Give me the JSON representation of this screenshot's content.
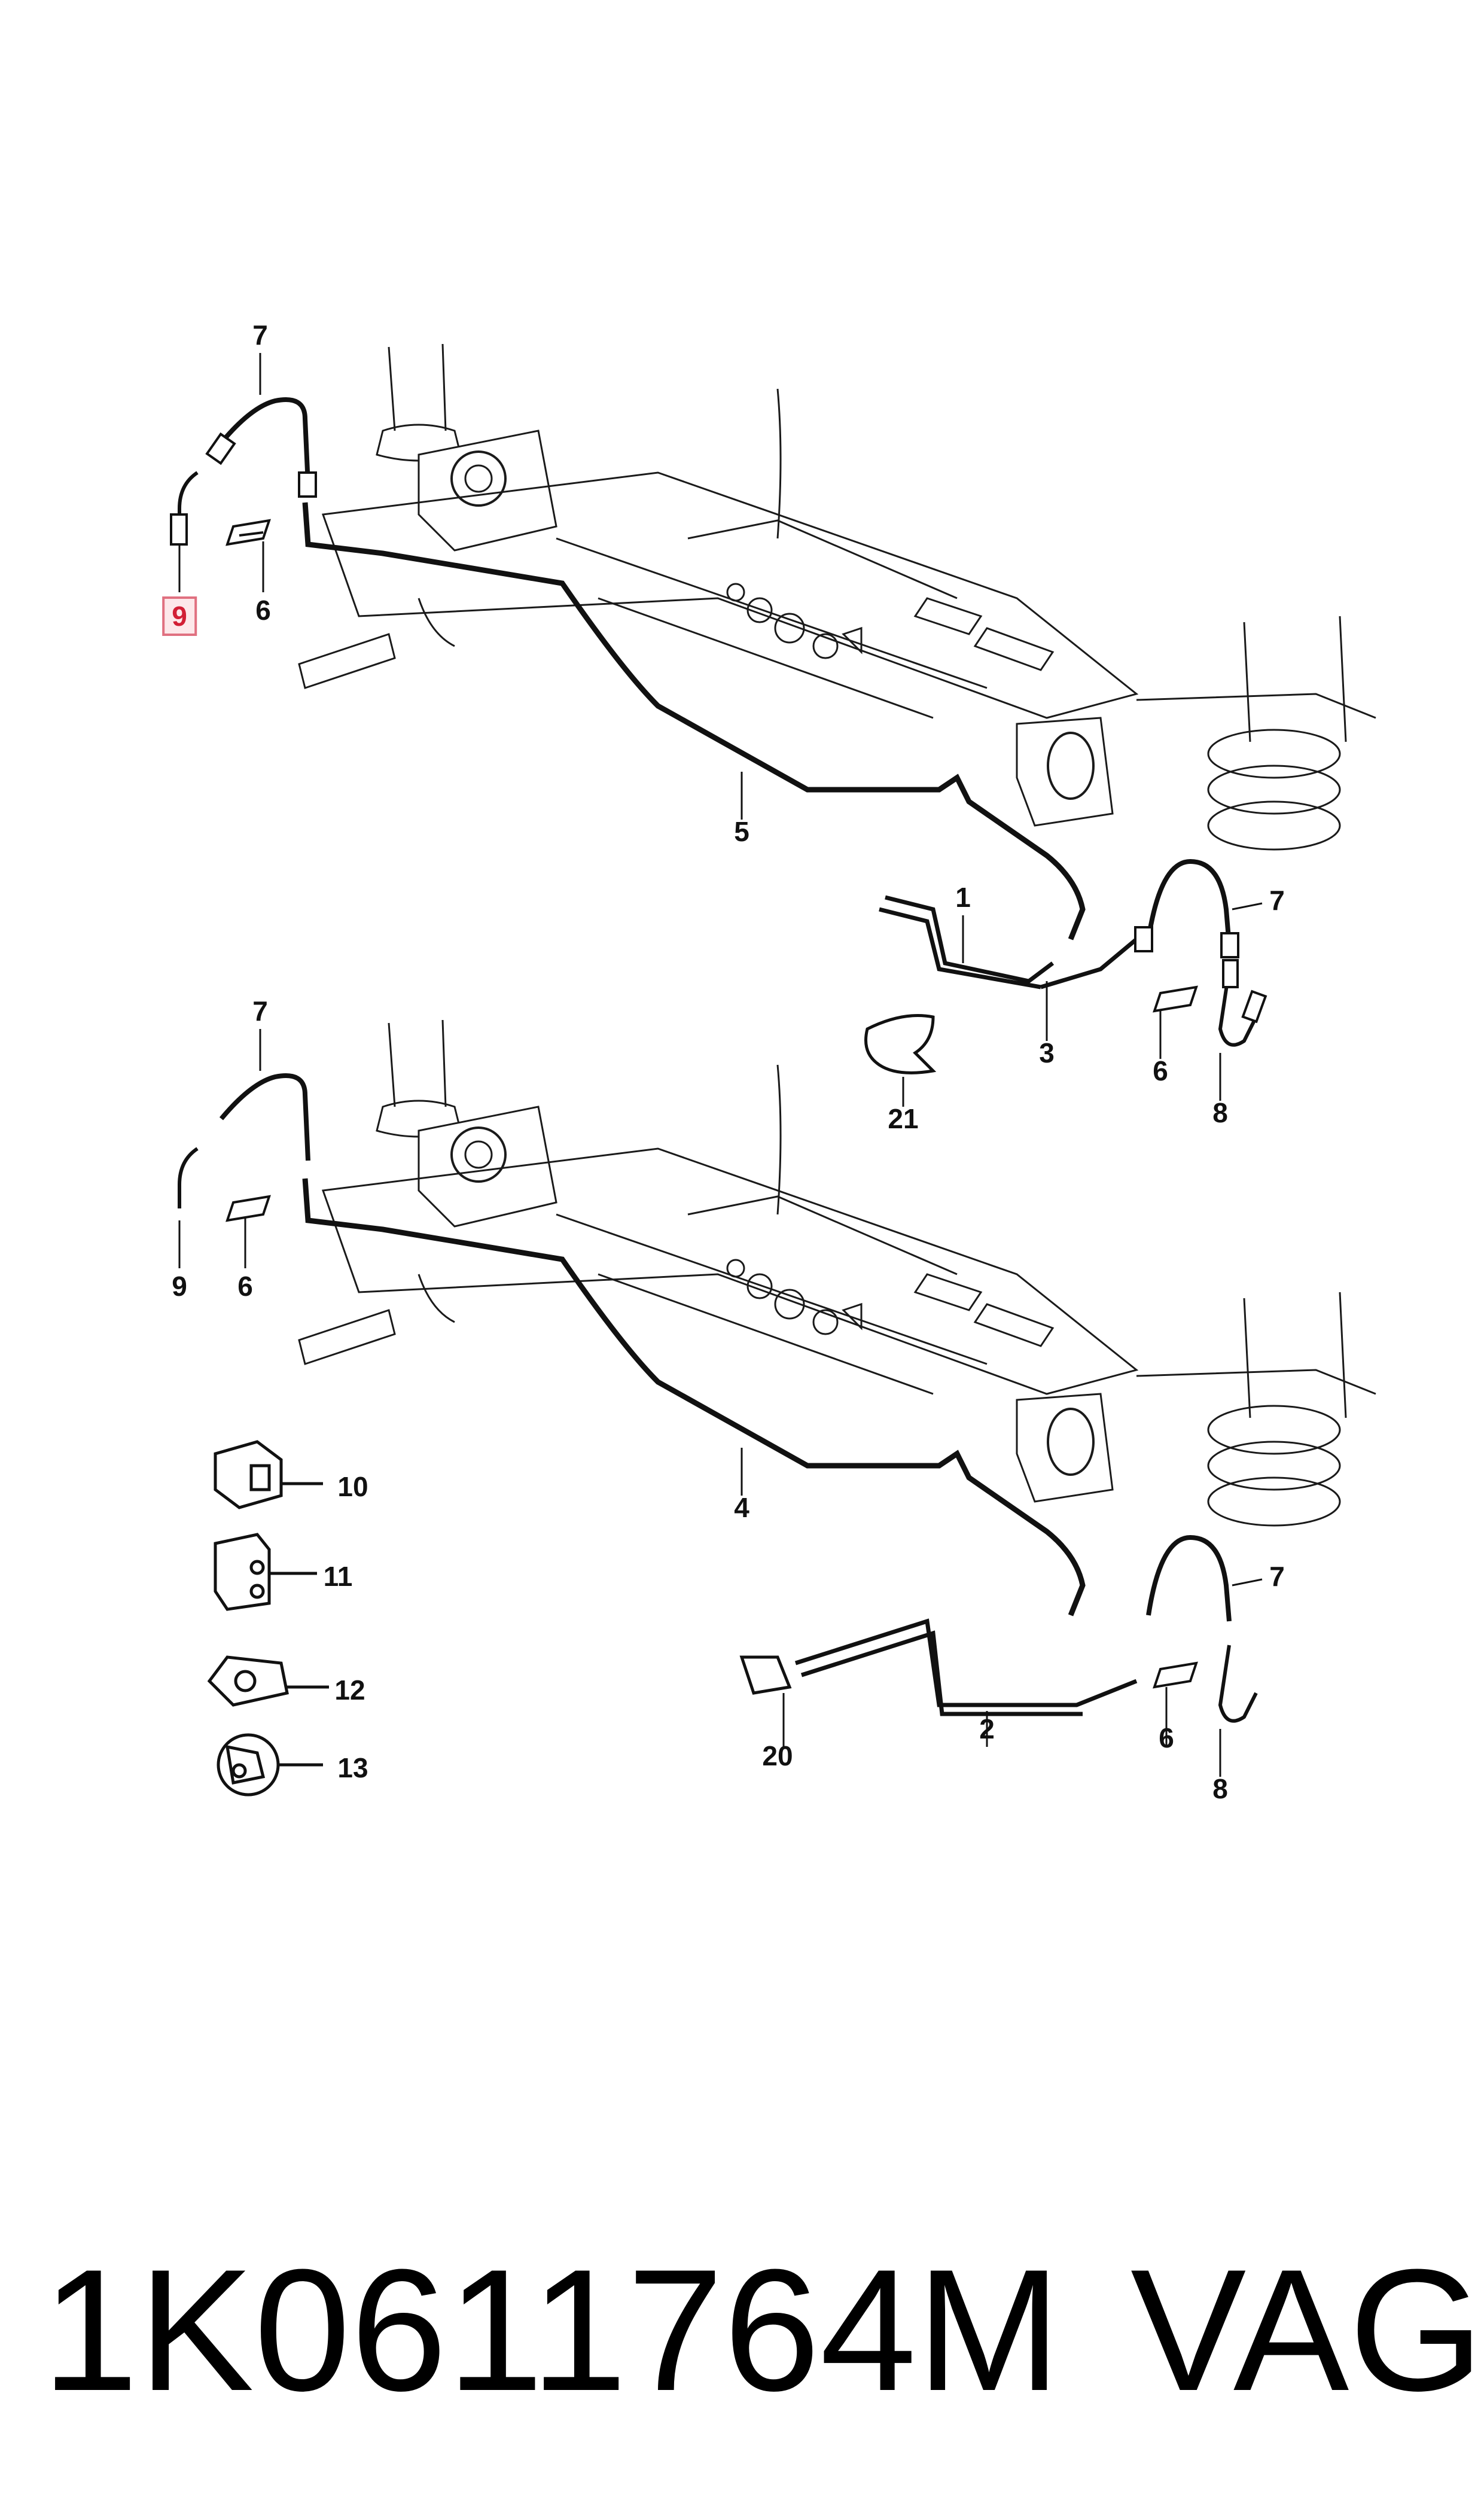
{
  "diagram": {
    "callouts_top": [
      {
        "id": "7a",
        "label": "7"
      },
      {
        "id": "9a",
        "label": "9",
        "highlight": true
      },
      {
        "id": "6a",
        "label": "6"
      },
      {
        "id": "5",
        "label": "5"
      },
      {
        "id": "1",
        "label": "1"
      },
      {
        "id": "3",
        "label": "3"
      },
      {
        "id": "7b",
        "label": "7"
      },
      {
        "id": "6b",
        "label": "6"
      },
      {
        "id": "8a",
        "label": "8"
      },
      {
        "id": "21",
        "label": "21"
      }
    ],
    "callouts_bottom": [
      {
        "id": "7c",
        "label": "7"
      },
      {
        "id": "9b",
        "label": "9"
      },
      {
        "id": "6c",
        "label": "6"
      },
      {
        "id": "4",
        "label": "4"
      },
      {
        "id": "10",
        "label": "10"
      },
      {
        "id": "11",
        "label": "11"
      },
      {
        "id": "12",
        "label": "12"
      },
      {
        "id": "13",
        "label": "13"
      },
      {
        "id": "7d",
        "label": "7"
      },
      {
        "id": "2",
        "label": "2"
      },
      {
        "id": "20",
        "label": "20"
      },
      {
        "id": "6d",
        "label": "6"
      },
      {
        "id": "8b",
        "label": "8"
      }
    ],
    "highlight_color": "#d21f35"
  },
  "footer": {
    "part_number": "1K0611764M",
    "brand": "VAG"
  }
}
